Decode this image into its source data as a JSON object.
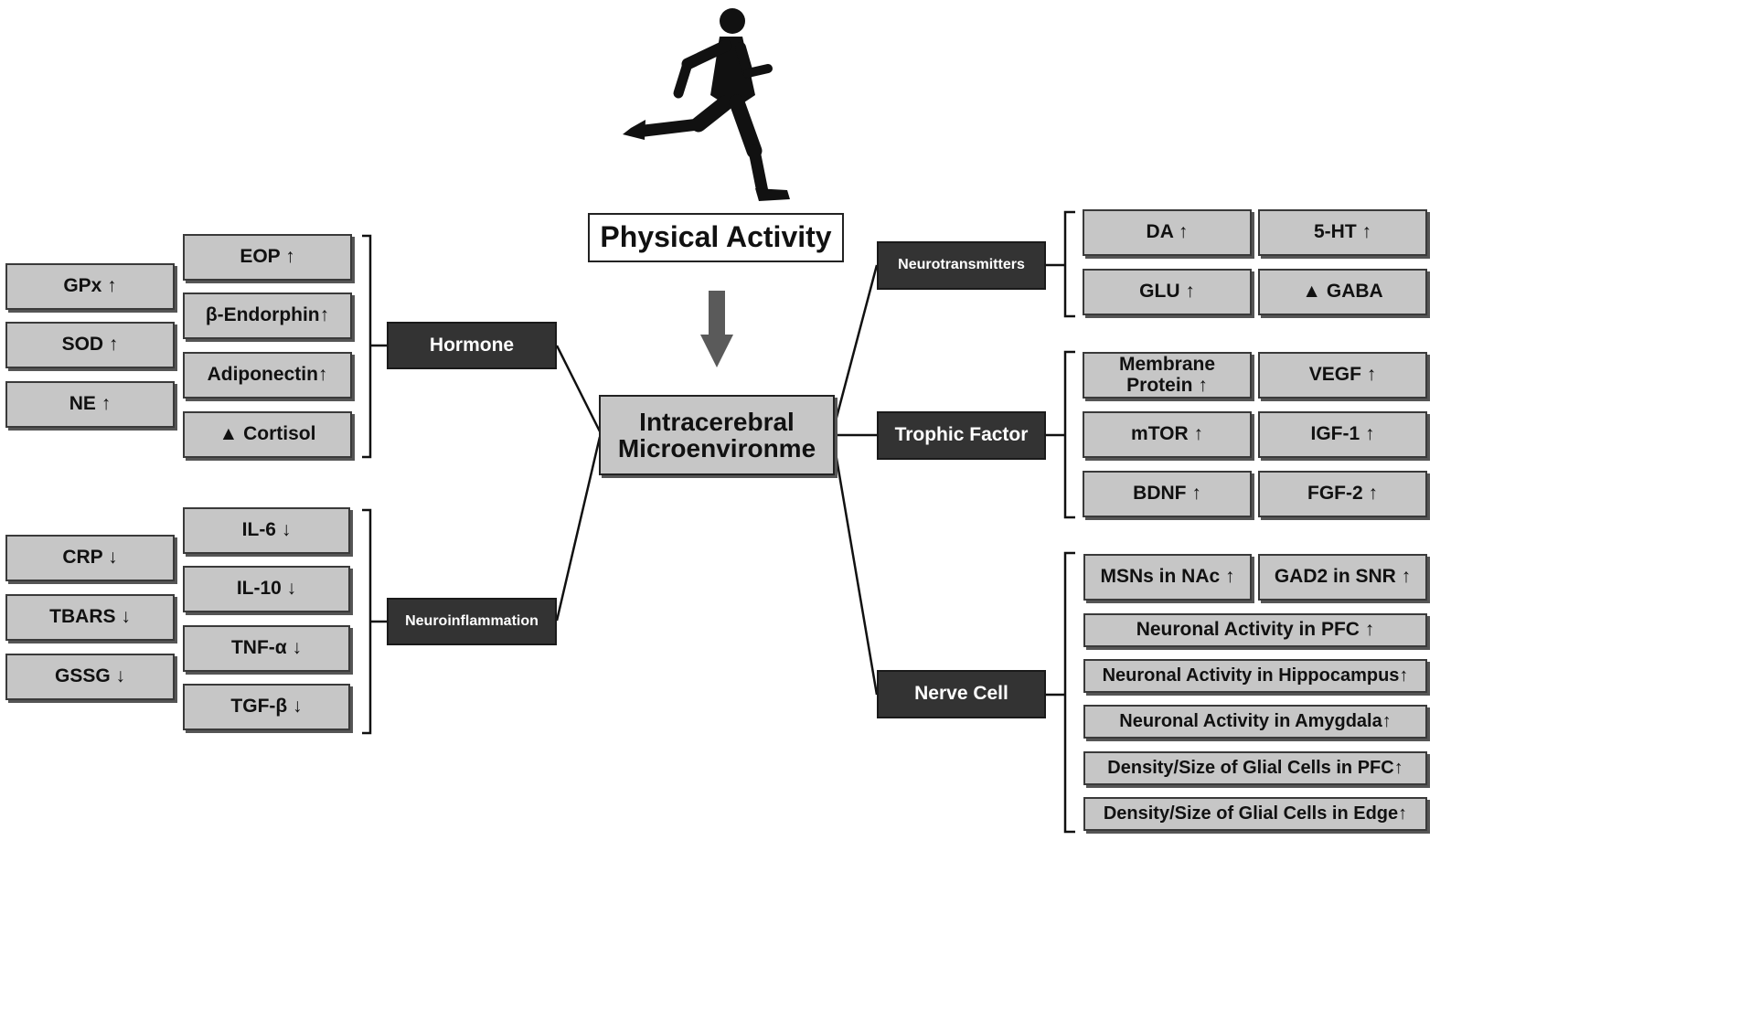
{
  "top_node": "Physical Activity",
  "center_node": [
    "Intracerebral",
    "Microenvironme"
  ],
  "left": {
    "hormone": {
      "label": "Hormone",
      "outer": [
        "GPx ↑",
        "SOD ↑",
        "NE ↑"
      ],
      "inner": [
        "EOP ↑",
        "β-Endorphin↑",
        "Adiponectin↑",
        "▲ Cortisol"
      ]
    },
    "neuroinflammation": {
      "label": "Neuroinflammation",
      "outer": [
        "CRP ↓",
        "TBARS ↓",
        "GSSG ↓"
      ],
      "inner": [
        "IL-6 ↓",
        "IL-10 ↓",
        "TNF-α ↓",
        "TGF-β ↓"
      ]
    }
  },
  "right": {
    "neurotransmitters": {
      "label": "Neurotransmitters",
      "items": [
        "DA ↑",
        "5-HT ↑",
        "GLU ↑",
        "▲ GABA"
      ]
    },
    "trophic": {
      "label": "Trophic Factor",
      "items": [
        "Membrane Protein ↑",
        "VEGF ↑",
        "mTOR ↑",
        "IGF-1 ↑",
        "BDNF ↑",
        "FGF-2 ↑"
      ]
    },
    "nerve": {
      "label": "Nerve Cell",
      "pair": [
        "MSNs in NAc ↑",
        "GAD2 in SNR ↑"
      ],
      "wide": [
        "Neuronal Activity in PFC ↑",
        "Neuronal Activity in Hippocampus↑",
        "Neuronal Activity in Amygdala↑",
        "Density/Size of Glial Cells in PFC↑",
        "Density/Size of Glial Cells in Edge↑"
      ]
    }
  },
  "colors": {
    "box_fill": "#c6c6c6",
    "dark_fill": "#333333",
    "arrow": "#5a5a5a"
  },
  "icons": [
    "runner-icon",
    "down-arrow-icon"
  ]
}
